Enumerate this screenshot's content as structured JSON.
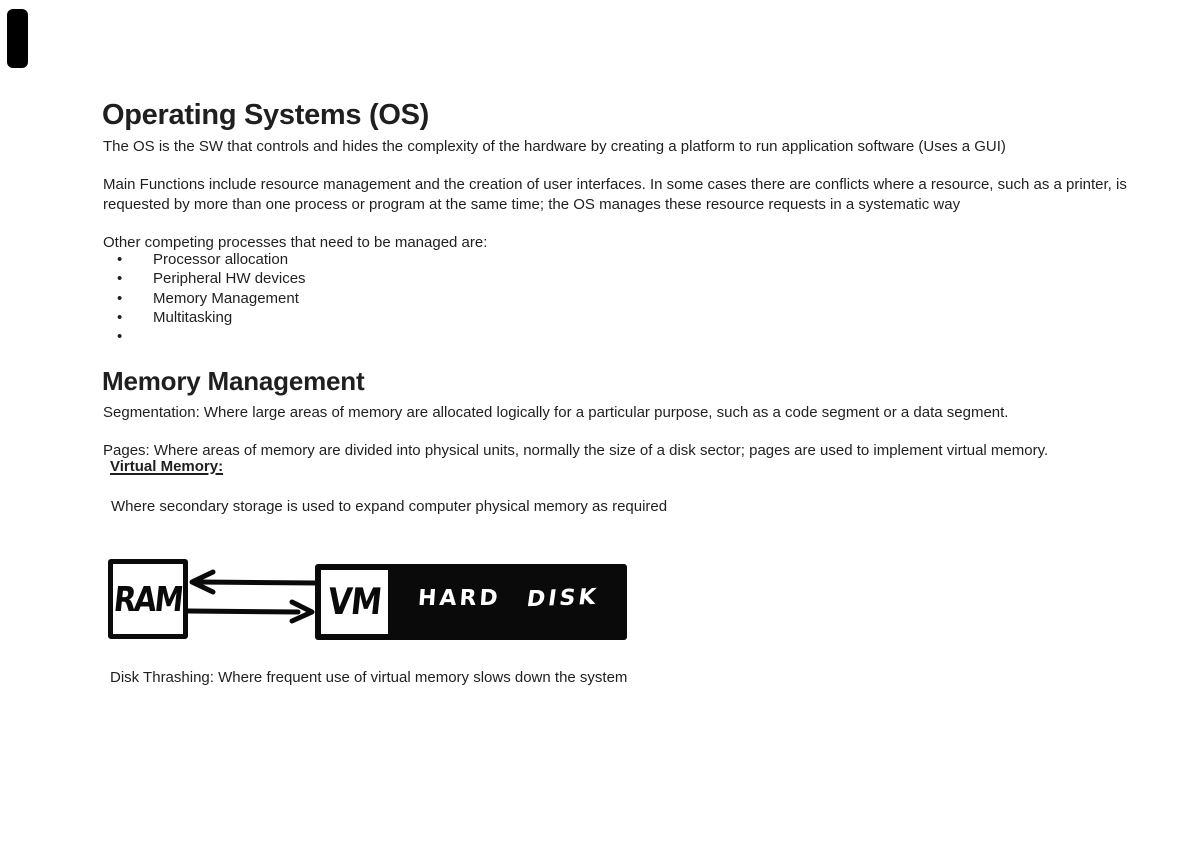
{
  "content": {
    "title": "Operating Systems (OS)",
    "intro": "The OS is the SW that controls and hides the complexity of the hardware by creating a platform to run application software (Uses a GUI)",
    "main_functions_line1": "Main Functions include resource management and the creation of user interfaces. In some cases there are conflicts where a resource, such as a printer, is",
    "main_functions_line2": "requested by more than one process or program at the same time; the OS manages these resource requests in a systematic way",
    "competing_intro": "Other competing processes that need to be managed are:",
    "bullet_char": "•",
    "bullets": [
      "Processor allocation",
      "Peripheral HW devices",
      "Memory Management",
      "Multitasking",
      ""
    ],
    "memory_heading": "Memory Management",
    "segmentation": "Segmentation: Where large areas of memory are allocated logically for a particular purpose, such as a code segment or a data segment.",
    "pages": "Pages: Where areas of memory are divided into physical units, normally the size of a disk sector; pages are used to implement virtual memory.",
    "virtual_memory_heading": "Virtual Memory:",
    "virtual_memory_body": "Where secondary storage is used to expand computer physical memory as required",
    "disk_thrashing": "Disk Thrashing: Where frequent use of virtual memory slows down the system",
    "diagram": {
      "ram": "RAM",
      "vm": "VM",
      "hard": "HARD",
      "disk": "DISK"
    },
    "colors": {
      "page_bg": "#ffffff",
      "text": "#1f1f1f",
      "ink": "#0a0a0a",
      "diagram_text_on_dark": "#ffffff"
    }
  }
}
